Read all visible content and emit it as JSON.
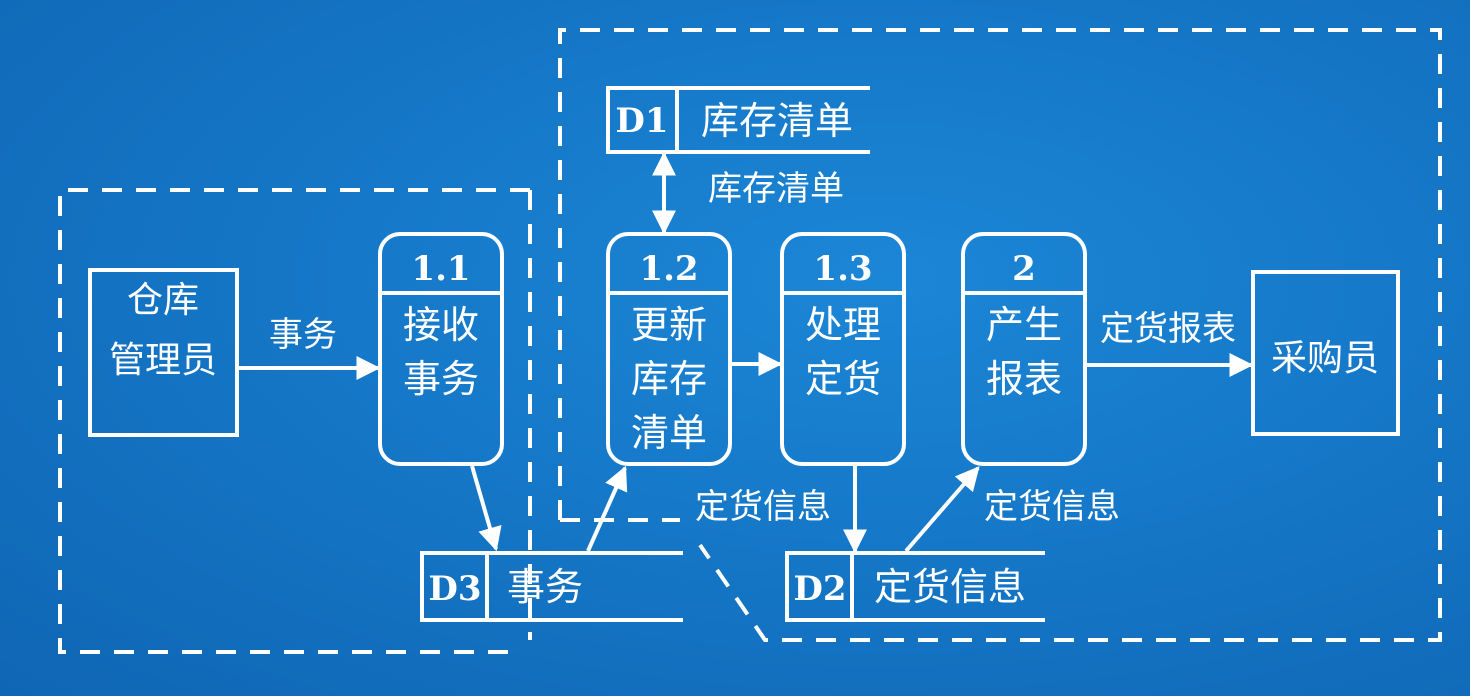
{
  "diagram": {
    "entities": {
      "warehouse_manager": [
        "仓库",
        "管理员"
      ],
      "purchaser": "采购员"
    },
    "processes": [
      {
        "id": "1.1",
        "lines": [
          "接收",
          "事务"
        ]
      },
      {
        "id": "1.2",
        "lines": [
          "更新",
          "库存",
          "清单"
        ]
      },
      {
        "id": "1.3",
        "lines": [
          "处理",
          "定货"
        ]
      },
      {
        "id": "2",
        "lines": [
          "产生",
          "报表"
        ]
      }
    ],
    "stores": [
      {
        "id": "D1",
        "name": "库存清单"
      },
      {
        "id": "D2",
        "name": "定货信息"
      },
      {
        "id": "D3",
        "name": "事务"
      }
    ],
    "flows": {
      "transaction": "事务",
      "inventory_list": "库存清单",
      "order_info_1": "定货信息",
      "order_info_2": "定货信息",
      "order_report": "定货报表"
    }
  }
}
